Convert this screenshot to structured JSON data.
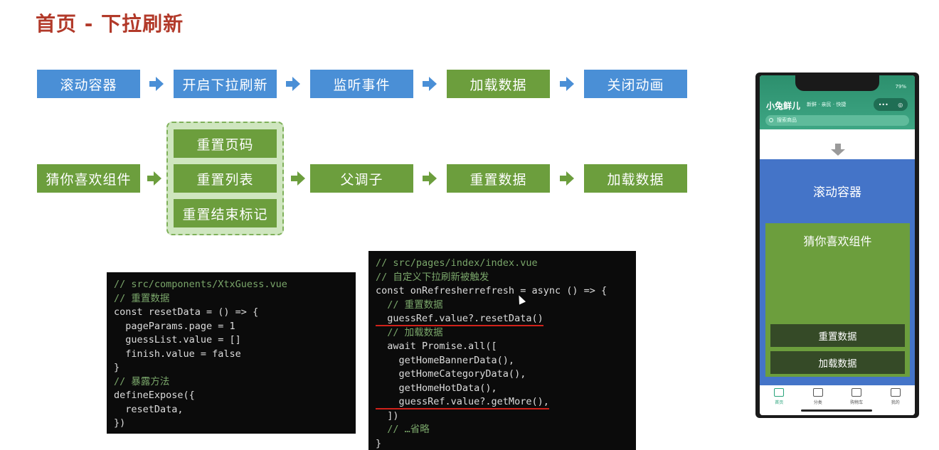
{
  "slide": {
    "title": "首页 - 下拉刷新"
  },
  "flow_row1": [
    "滚动容器",
    "开启下拉刷新",
    "监听事件",
    "加载数据",
    "关闭动画"
  ],
  "flow_row2": {
    "start": "猜你喜欢组件",
    "group": [
      "重置页码",
      "重置列表",
      "重置结束标记"
    ],
    "steps": [
      "父调子",
      "重置数据",
      "加载数据"
    ]
  },
  "code_left": {
    "lines": [
      "// src/components/XtxGuess.vue",
      "// 重置数据",
      "const resetData = () => {",
      "  pageParams.page = 1",
      "  guessList.value = []",
      "  finish.value = false",
      "}",
      "// 暴露方法",
      "defineExpose({",
      "  resetData,",
      "})"
    ]
  },
  "code_right": {
    "lines": [
      "// src/pages/index/index.vue",
      "// 自定义下拉刷新被触发",
      "const onRefresherrefresh = async () => {",
      "  // 重置数据",
      "  guessRef.value?.resetData()",
      "  // 加载数据",
      "  await Promise.all([",
      "    getHomeBannerData(),",
      "    getHomeCategoryData(),",
      "    getHomeHotData(),",
      "    guessRef.value?.getMore(),",
      "  ])",
      "  // …省略",
      "}"
    ]
  },
  "phone": {
    "battery": "79%",
    "brand": "小兔鲜儿",
    "slogan": "新鲜 · 亲民 · 快捷",
    "search_placeholder": "搜索商品",
    "scroll_label": "滚动容器",
    "guess_label": "猜你喜欢组件",
    "buttons": [
      "重置数据",
      "加载数据"
    ],
    "tabs": [
      "首页",
      "分类",
      "购物车",
      "我的"
    ],
    "accent": "#27a37a"
  },
  "colors": {
    "blue": "#4a8fd6",
    "green": "#6c9e3d",
    "title": "#b23a2a"
  }
}
